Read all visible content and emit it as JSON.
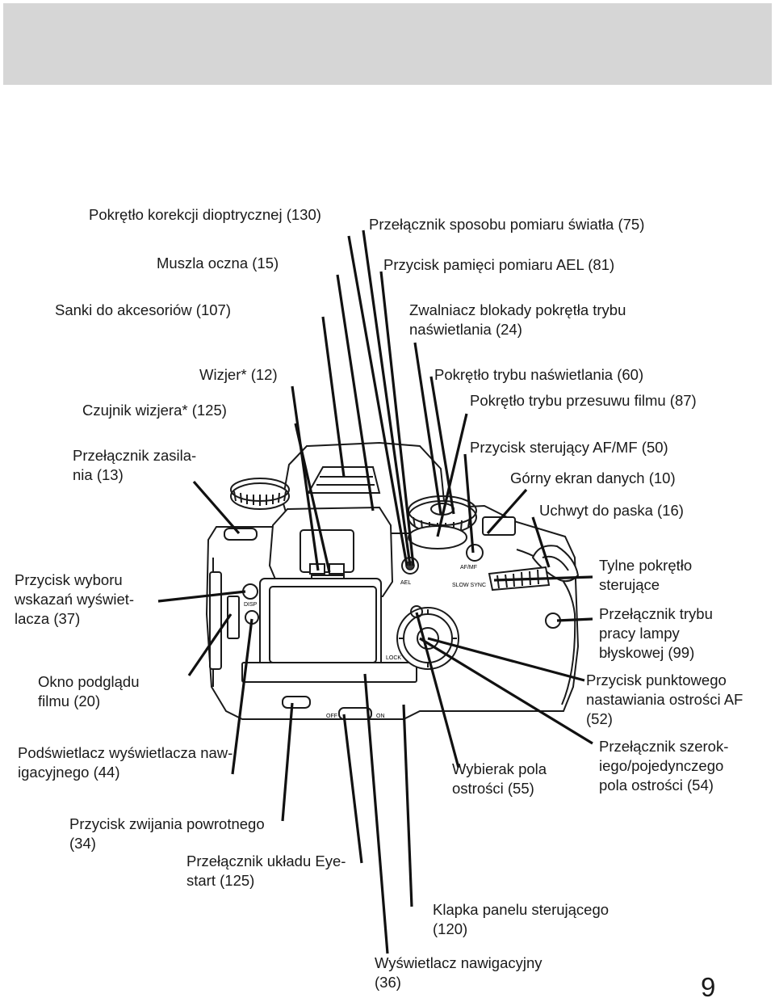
{
  "page_number": "9",
  "labels": {
    "diopter_dial": "Pokrętło korekcji dioptrycznej (130)",
    "metering_switch": "Przełącznik sposobu pomiaru światła (75)",
    "eyecup": "Muszla oczna (15)",
    "ael_button": "Przycisk pamięci pomiaru AEL (81)",
    "accessory_shoe": "Sanki do akcesoriów (107)",
    "mode_dial_lock": "Zwalniacz blokady pokrętła trybu\nnaświetlania (24)",
    "viewfinder": "Wizjer* (12)",
    "mode_dial": "Pokrętło trybu naświetlania (60)",
    "eyepiece_sensor": "Czujnik wizjera* (125)",
    "drive_dial": "Pokrętło trybu przesuwu filmu (87)",
    "power_switch": "Przełącznik zasila-\nnia (13)",
    "af_mf_button": "Przycisk sterujący AF/MF (50)",
    "top_display": "Górny ekran danych (10)",
    "strap_eyelet": "Uchwyt do paska (16)",
    "display_button": "Przycisk wyboru\nwskazań wyświet-\nlacza (37)",
    "rear_dial": "Tylne pokrętło\nsterujące",
    "flash_mode_switch": "Przełącznik trybu\npracy lampy\nbłyskowej (99)",
    "film_window": "Okno podglądu\nfilmu (20)",
    "spot_af_button": "Przycisk punktowego\nnastawiania ostrości AF\n(52)",
    "nav_backlight": "Podświetlacz wyświetlacza naw-\nigacyjnego (44)",
    "focus_area_selector": "Wybierak pola\nostrości (55)",
    "wide_focus_switch": "Przełącznik szerok-\niego/pojedynczego\npola ostrości (54)",
    "rewind_button": "Przycisk zwijania powrotnego\n(34)",
    "eyestart_switch": "Przełącznik układu Eye-\nstart (125)",
    "control_panel_door": "Klapka panelu sterującego\n(120)",
    "nav_display": "Wyświetlacz nawigacyjny\n(36)"
  },
  "camera_markings": {
    "disp": "DISP",
    "ael": "AEL",
    "af_mf": "AF/MF",
    "lock": "LOCK",
    "slow_sync": "SLOW SYNC",
    "off": "OFF",
    "on": "ON"
  },
  "colors": {
    "header_band": "#d6d6d6",
    "ink": "#1a1a1a"
  }
}
